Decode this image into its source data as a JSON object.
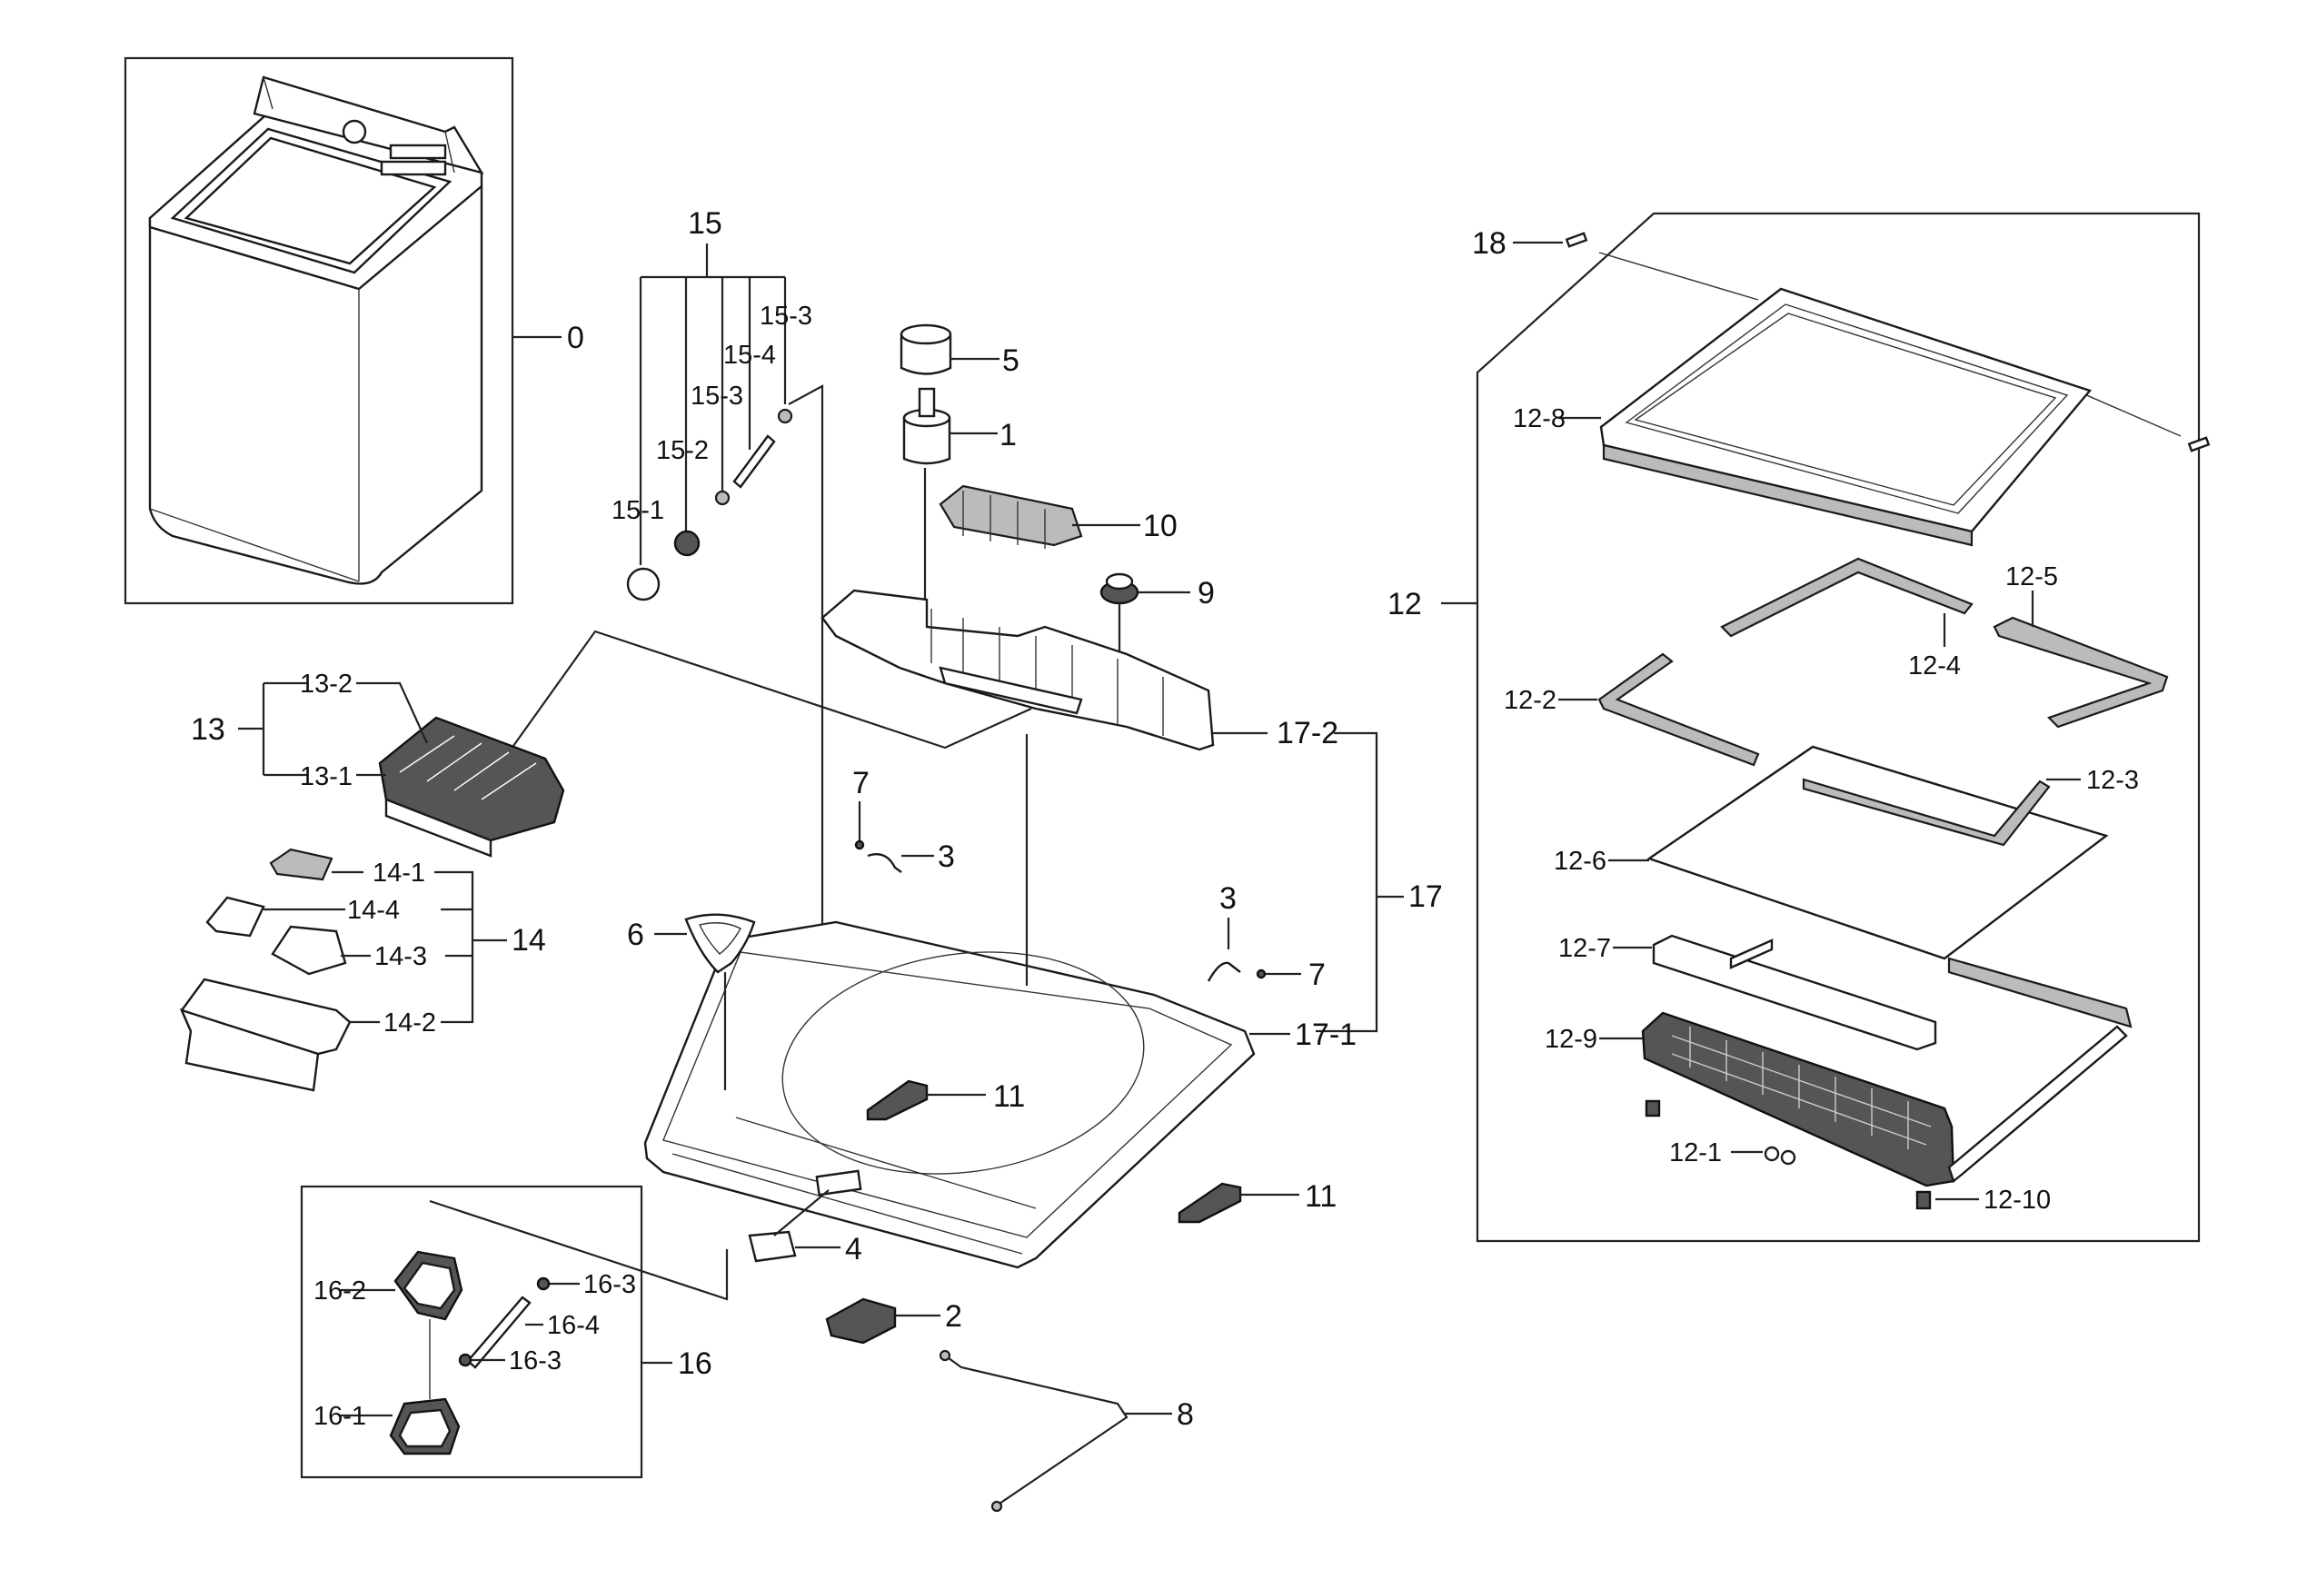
{
  "labels": {
    "l0": "0",
    "l1": "1",
    "l2": "2",
    "l3a": "3",
    "l3b": "3",
    "l4": "4",
    "l5": "5",
    "l6": "6",
    "l7a": "7",
    "l7b": "7",
    "l8": "8",
    "l9": "9",
    "l10": "10",
    "l11a": "11",
    "l11b": "11",
    "l12": "12",
    "l12_1": "12-1",
    "l12_2": "12-2",
    "l12_3": "12-3",
    "l12_4": "12-4",
    "l12_5": "12-5",
    "l12_6": "12-6",
    "l12_7": "12-7",
    "l12_8": "12-8",
    "l12_9": "12-9",
    "l12_10": "12-10",
    "l13": "13",
    "l13_1": "13-1",
    "l13_2": "13-2",
    "l14": "14",
    "l14_1": "14-1",
    "l14_2": "14-2",
    "l14_3": "14-3",
    "l14_4": "14-4",
    "l15": "15",
    "l15_1": "15-1",
    "l15_2": "15-2",
    "l15_3a": "15-3",
    "l15_3b": "15-3",
    "l15_4": "15-4",
    "l16": "16",
    "l16_1": "16-1",
    "l16_2": "16-2",
    "l16_3a": "16-3",
    "l16_3b": "16-3",
    "l16_4": "16-4",
    "l17": "17",
    "l17_1": "17-1",
    "l17_2": "17-2",
    "l18": "18"
  }
}
